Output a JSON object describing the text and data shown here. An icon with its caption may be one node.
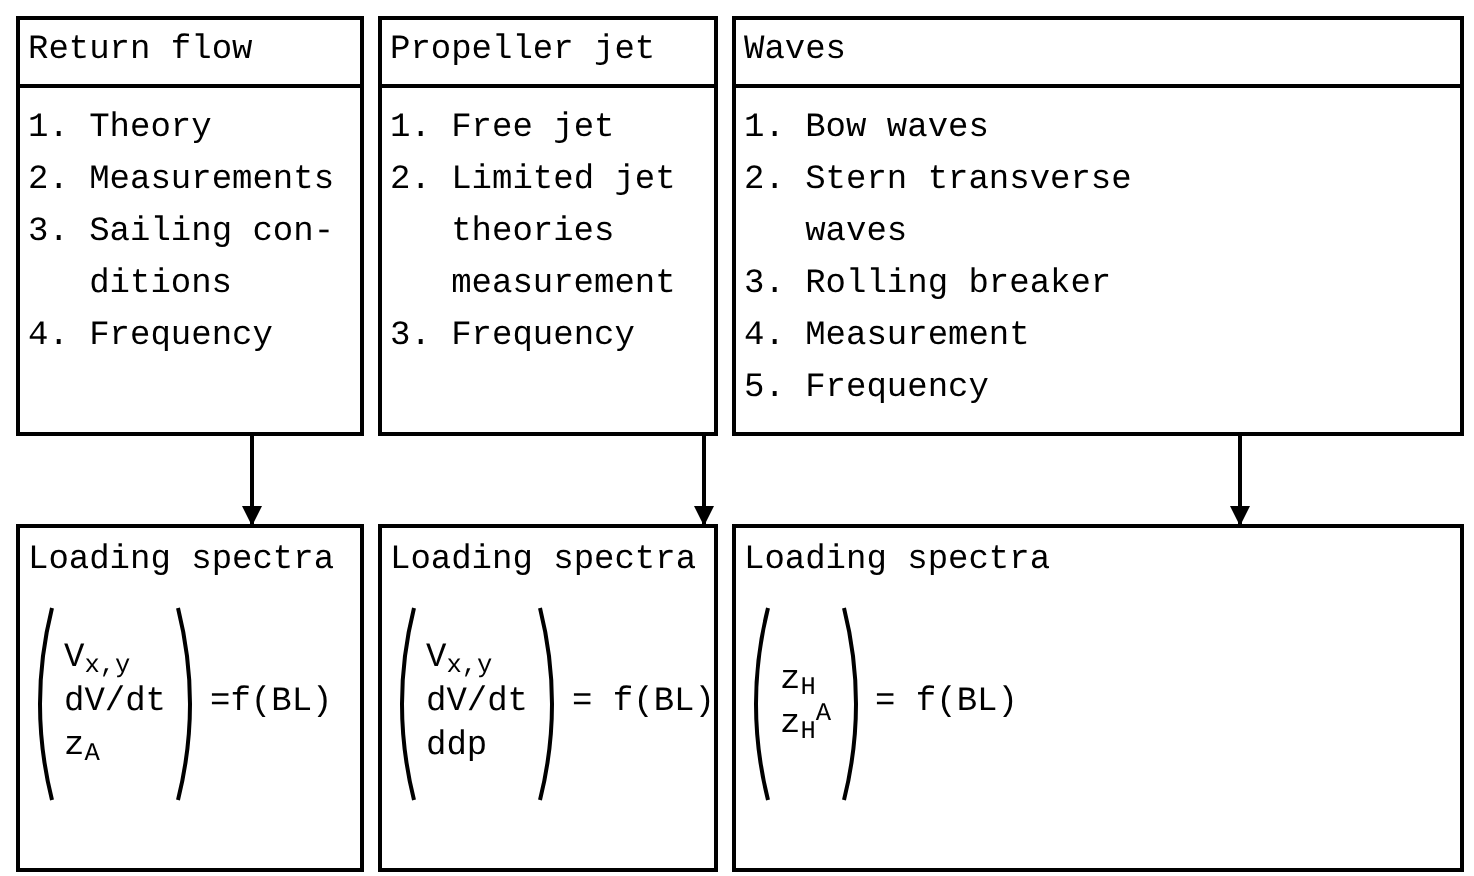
{
  "diagram": {
    "nodes": [
      {
        "text": [
          "Return flow",
          "1. Theory",
          "2. Measurements",
          "3. Sailing con- ditions",
          "4. Frequency"
        ]
      },
      {
        "text": [
          "Propeller jet",
          "1. Free jet",
          "2. Limited jet theories measurement",
          "3. Frequency"
        ]
      },
      {
        "text": [
          "Waves",
          "1. Bow waves",
          "2. Stern transverse waves",
          "3. Rolling breaker",
          "4. Measurement",
          "5. Frequency"
        ]
      },
      {
        "text": [
          "Loading spectra",
          "V$_{x,y}$",
          "dV/dt",
          "z$_{A}$",
          "=f(BL)"
        ]
      },
      {
        "text": [
          "Loading spectra",
          "V$_{x,y}$",
          "dV/dt",
          "ddp",
          "= f(BL)"
        ]
      },
      {
        "text": [
          "Loading spectra",
          "z$_{H}$",
          "z$_{H}$$^{A}$",
          "= f(BL)"
        ]
      }
    ],
    "edges": [
      {
        "from": 0,
        "to": 3,
        "arrow": "to"
      },
      {
        "from": 1,
        "to": 4,
        "arrow": "to"
      },
      {
        "from": 2,
        "to": 5,
        "arrow": "to"
      }
    ]
  }
}
